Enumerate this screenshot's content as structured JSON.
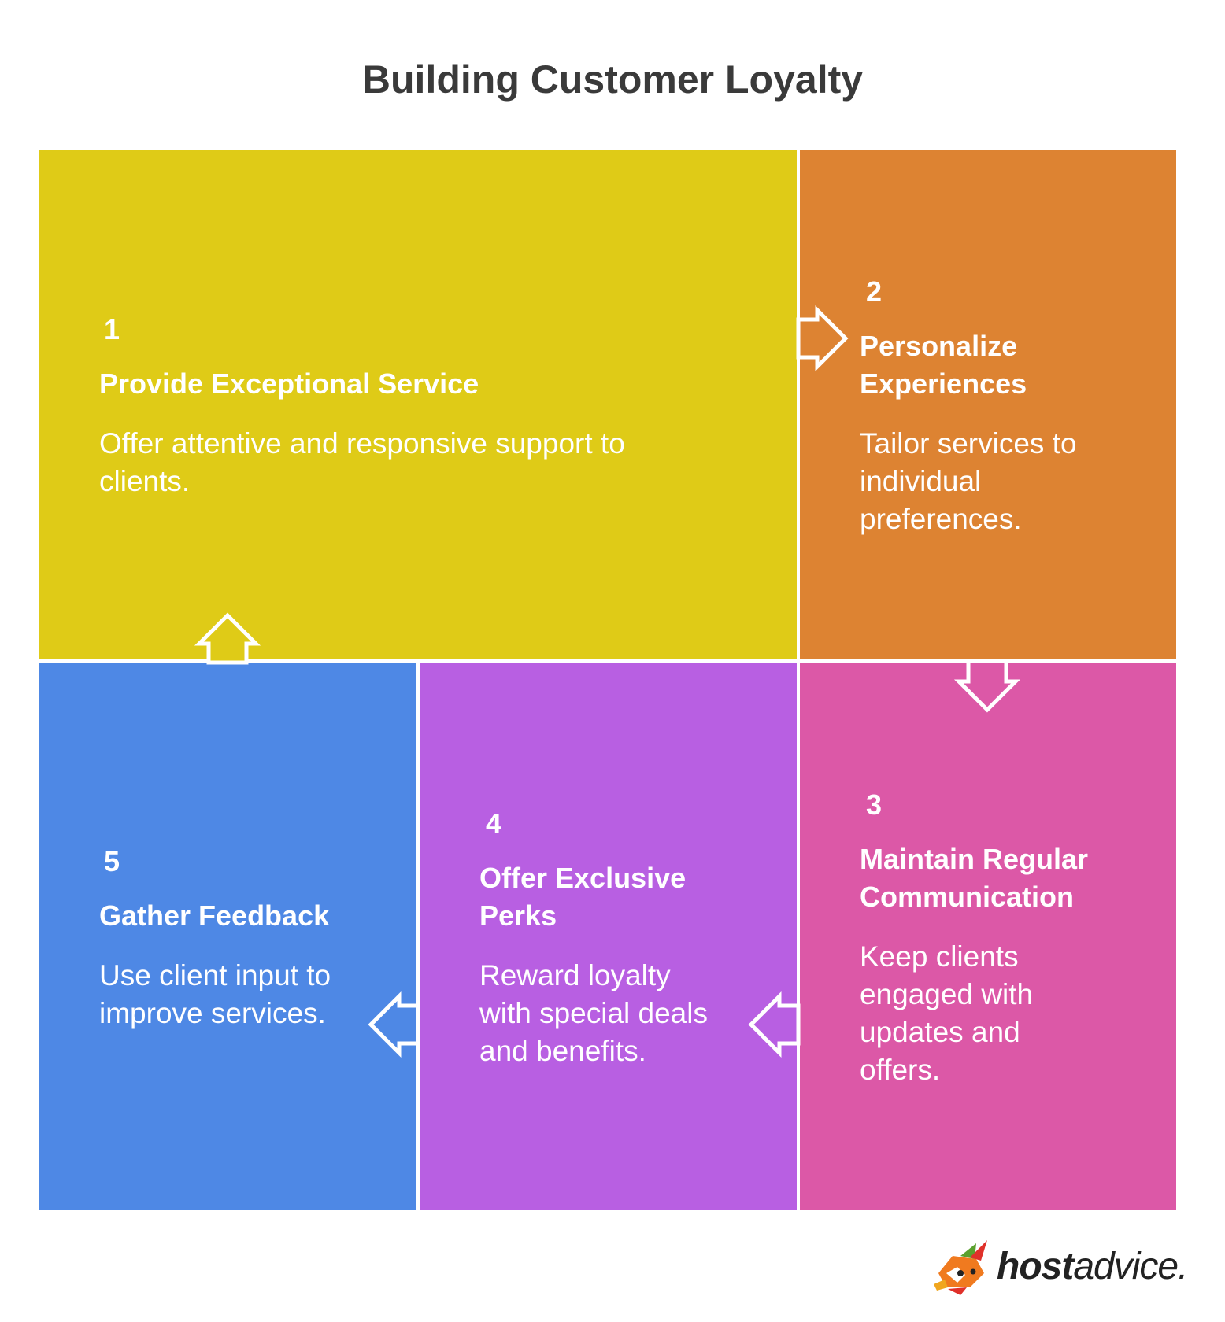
{
  "title": "Building Customer Loyalty",
  "colors": {
    "step1": "#DFCB17",
    "step2": "#DD8332",
    "step3": "#DC58A7",
    "step4": "#B85FE2",
    "step5": "#4E88E5"
  },
  "steps": [
    {
      "number": "1",
      "heading_lines": [
        "Provide Exceptional Service"
      ],
      "description_lines": [
        "Offer attentive and responsive support to",
        "clients."
      ]
    },
    {
      "number": "2",
      "heading_lines": [
        "Personalize",
        "Experiences"
      ],
      "description_lines": [
        "Tailor services to",
        "individual",
        "preferences."
      ]
    },
    {
      "number": "3",
      "heading_lines": [
        "Maintain Regular",
        "Communication"
      ],
      "description_lines": [
        "Keep clients",
        "engaged with",
        "updates and",
        "offers."
      ]
    },
    {
      "number": "4",
      "heading_lines": [
        "Offer Exclusive",
        "Perks"
      ],
      "description_lines": [
        "Reward loyalty",
        "with special deals",
        "and benefits."
      ]
    },
    {
      "number": "5",
      "heading_lines": [
        "Gather Feedback"
      ],
      "description_lines": [
        "Use client input to",
        "improve services."
      ]
    }
  ],
  "brand": {
    "bold": "host",
    "rest": "advice."
  },
  "icons": [
    "right-arrow-icon",
    "down-arrow-icon",
    "left-arrow-icon",
    "up-arrow-icon",
    "fox-logo-icon"
  ]
}
